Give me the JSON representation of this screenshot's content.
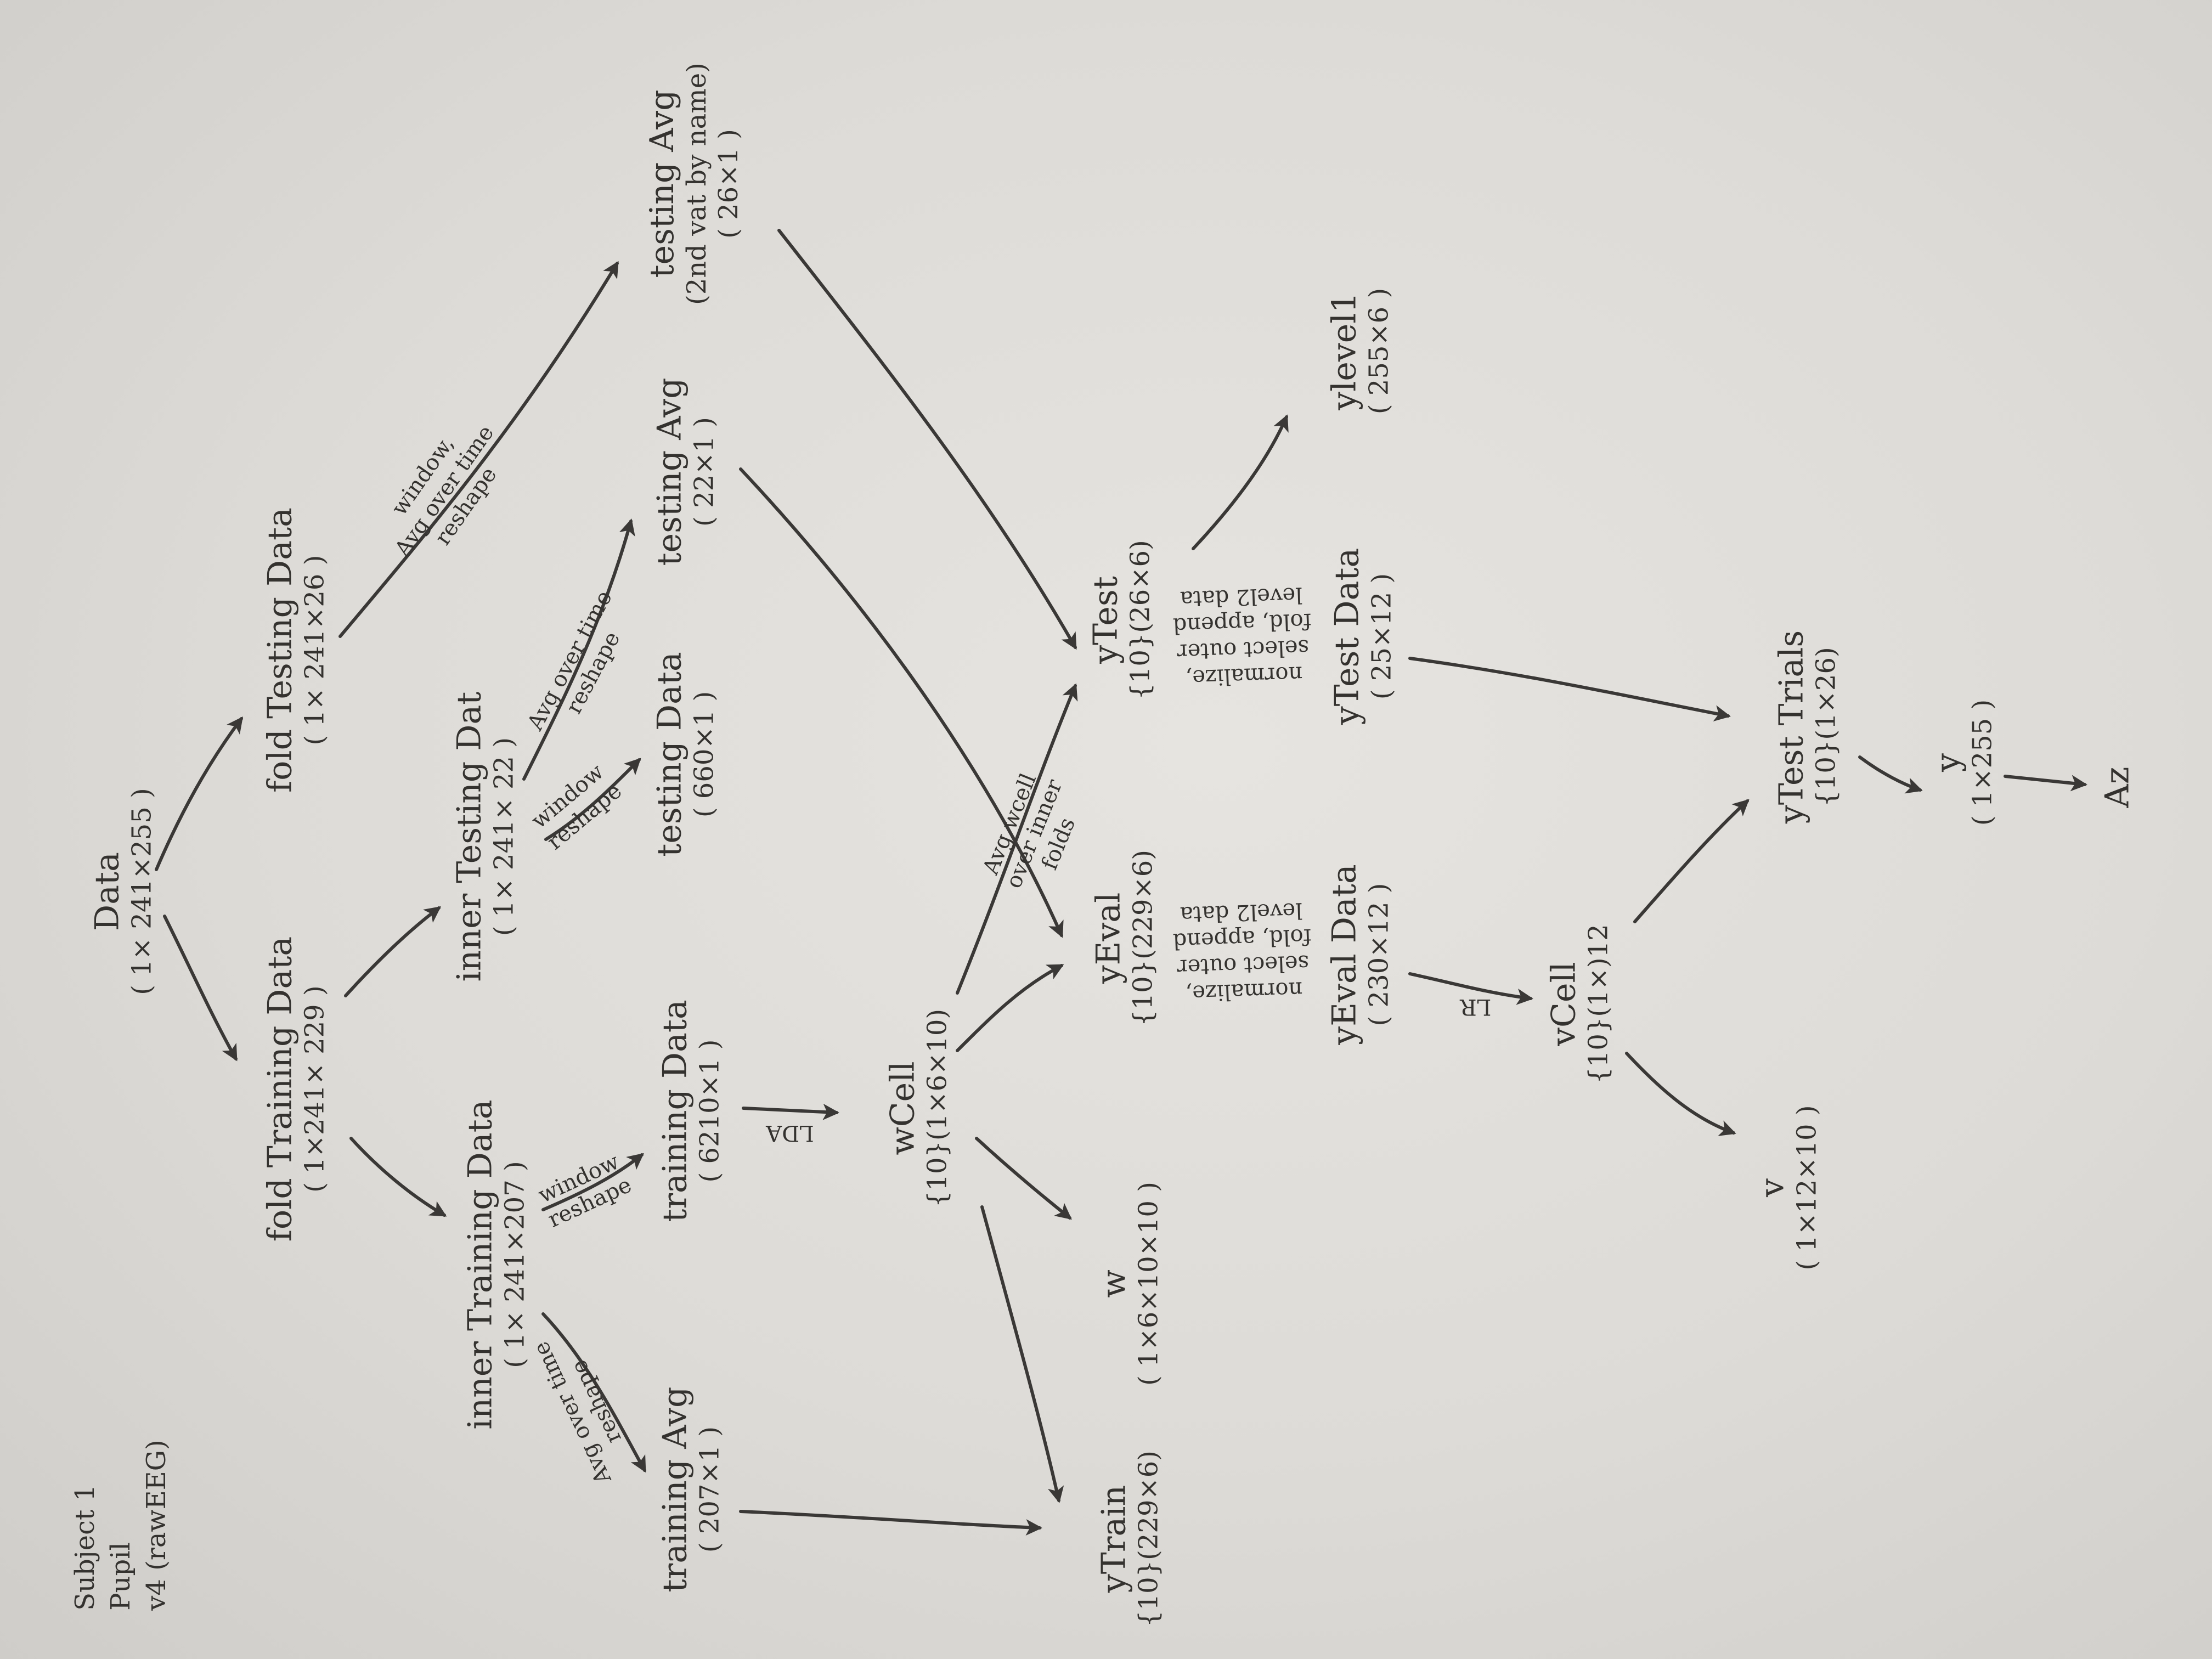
{
  "header": [
    "Subject 1",
    "Pupil",
    "v4 (rawEEG)"
  ],
  "nodes": {
    "data": {
      "name": "Data",
      "dims": "( 1× 241×255 )"
    },
    "fold_testing_data": {
      "name": "fold Testing Data",
      "dims": "( 1× 241×26 )"
    },
    "fold_training_data": {
      "name": "fold Training Data",
      "dims": "( 1×241× 229 )"
    },
    "testing_avg_2nd": {
      "name": "testing Avg",
      "sub": "(2nd vat by name)",
      "dims": "( 26×1 )"
    },
    "inner_testing_data": {
      "name": "inner Testing Dat",
      "dims": "( 1× 241× 22 )"
    },
    "inner_training_data": {
      "name": "inner Training Data",
      "dims": "( 1× 241×207 )"
    },
    "testing_avg": {
      "name": "testing Avg",
      "dims": "( 22×1 )"
    },
    "testing_data": {
      "name": "testing Data",
      "dims": "( 660×1 )"
    },
    "training_data": {
      "name": "training Data",
      "dims": "( 6210×1 )"
    },
    "training_avg": {
      "name": "training Avg",
      "dims": "( 207×1 )"
    },
    "w_cell": {
      "name": "wCell",
      "dims": "{10}(1×6×10)"
    },
    "w": {
      "name": "w",
      "dims": "( 1×6×10×10 )"
    },
    "y_train": {
      "name": "yTrain",
      "dims": "{10}(229×6)"
    },
    "y_eval": {
      "name": "yEval",
      "dims": "{10}(229×6)"
    },
    "y_test": {
      "name": "yTest",
      "dims": "{10}(26×6)"
    },
    "y_level1": {
      "name": "ylevel1",
      "dims": "( 255×6 )"
    },
    "y_eval_data": {
      "name": "yEval Data",
      "dims": "( 230×12 )"
    },
    "y_test_data": {
      "name": "yTest Data",
      "dims": "( 25×12 )"
    },
    "v_cell": {
      "name": "vCell",
      "dims": "{10}(1×)12"
    },
    "v": {
      "name": "v",
      "dims": "( 1×12×10 )"
    },
    "y_test_trials": {
      "name": "yTest Trials",
      "dims": "{10}(1×26)"
    },
    "y": {
      "name": "y",
      "dims": "( 1×255 )"
    },
    "az": {
      "name": "Az",
      "dims": ""
    }
  },
  "edge_labels": {
    "window_avg_reshape": [
      "window,",
      "Avg over time",
      "reshape"
    ],
    "avg_reshape_inner_test": [
      "Avg over time",
      "reshape"
    ],
    "window_reshape_inner_test": [
      "window",
      "reshape"
    ],
    "window_reshape_inner_train": [
      "window",
      "reshape"
    ],
    "avg_reshape_inner_train": [
      "Avg over time",
      "reshape"
    ],
    "lda": [
      "LDA"
    ],
    "avg_wcell": [
      "Avg wcell",
      "over inner",
      "folds"
    ],
    "normalize_eval": [
      "normalize,",
      "select outer",
      "fold, append",
      "level2 data"
    ],
    "normalize_test": [
      "normalize,",
      "select outer",
      "fold, append",
      "level2 data"
    ],
    "lr": [
      "LR"
    ]
  }
}
